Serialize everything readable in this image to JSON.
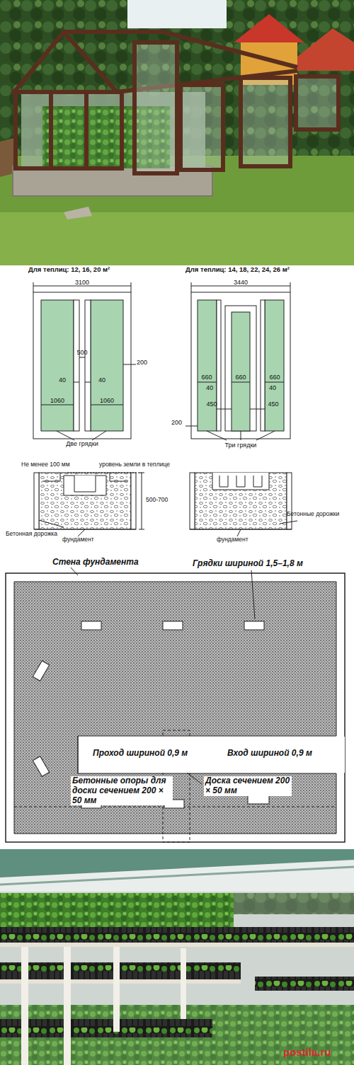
{
  "diagram": {
    "nodes": [
      {
        "text": [
          "Проход шириной 0,9 м",
          "Вход шириной 0,9 м"
        ]
      }
    ],
    "labels": [
      "Для теплиц: 12, 16, 20 м²",
      "Для теплиц: 14, 18, 22, 24, 26 м²",
      "3100",
      "500",
      "200",
      "40",
      "40",
      "1060",
      "1060",
      "Две грядки",
      "3440",
      "660",
      "660",
      "660",
      "40",
      "40",
      "450",
      "450",
      "200",
      "Три грядки",
      "Не менее 100 мм",
      "уровень земли в теплице",
      "500-700",
      "Бетонная дорожка",
      "фундамент",
      "фундамент",
      "Бетонные дорожки",
      "Стена фундамента",
      "Грядки шириной 1,5–1,8 м",
      "Бетонные опоры для доски сечением 200 × 50 мм",
      "Доска сечением 200 × 50 мм",
      "postila.ru"
    ]
  }
}
